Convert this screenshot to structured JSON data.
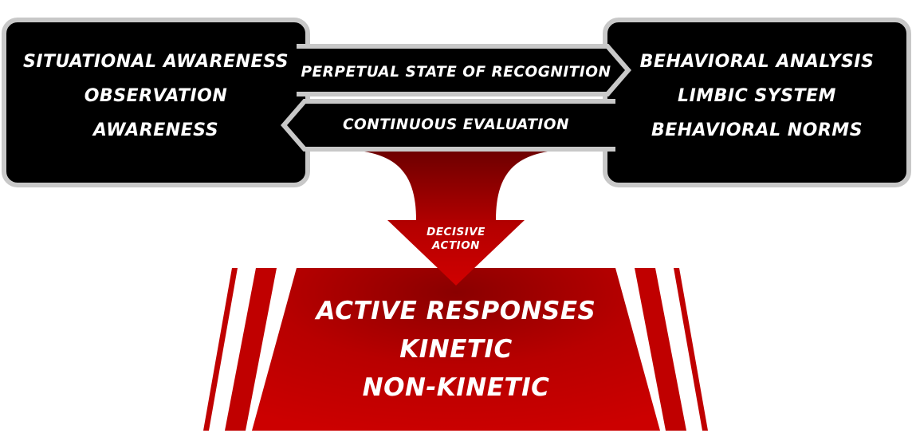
{
  "left_box": {
    "lines": [
      "SITUATIONAL AWARENESS",
      "OBSERVATION",
      "AWARENESS"
    ]
  },
  "right_box": {
    "lines": [
      "BEHAVIORAL ANALYSIS",
      "LIMBIC SYSTEM",
      "BEHAVIORAL NORMS"
    ]
  },
  "arrow_right_label": "PERPETUAL STATE OF RECOGNITION",
  "arrow_left_label": "CONTINUOUS EVALUATION",
  "down_arrow": {
    "lines": [
      "DECISIVE",
      "ACTION"
    ]
  },
  "outcome": {
    "lines": [
      "ACTIVE RESPONSES",
      "KINETIC",
      "NON-KINETIC"
    ]
  },
  "colors": {
    "box_fill": "#000000",
    "box_border": "#c8c8c8",
    "accent_red": "#b50000",
    "accent_dark_red": "#7a0000"
  }
}
